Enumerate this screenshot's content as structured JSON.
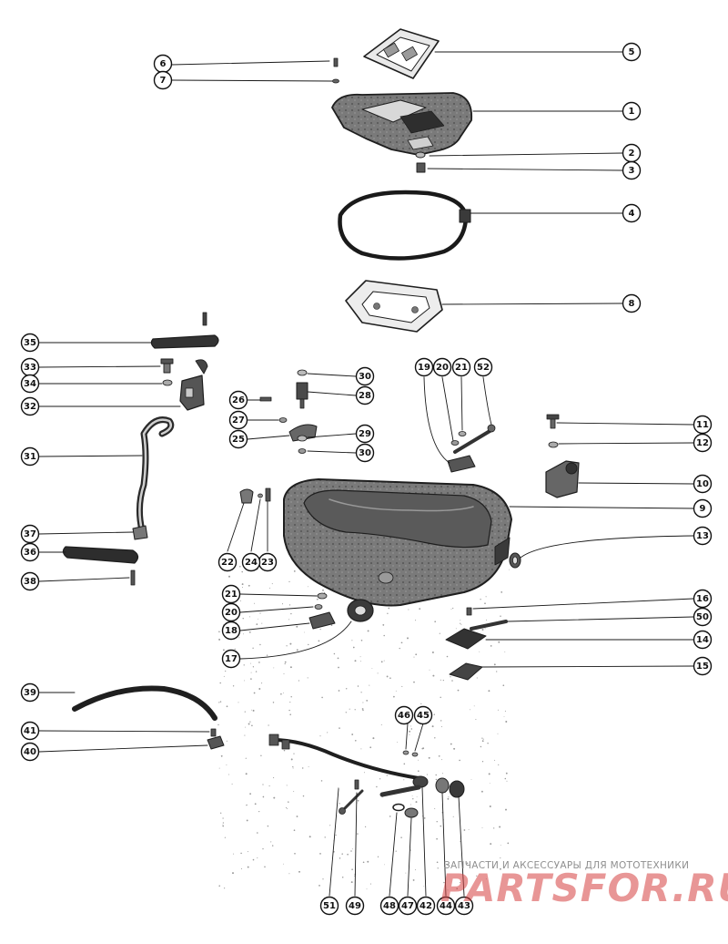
{
  "diagram": {
    "callouts": [
      {
        "id": "1",
        "label": "1"
      },
      {
        "id": "2",
        "label": "2"
      },
      {
        "id": "3",
        "label": "3"
      },
      {
        "id": "4",
        "label": "4"
      },
      {
        "id": "5",
        "label": "5"
      },
      {
        "id": "6",
        "label": "6"
      },
      {
        "id": "7",
        "label": "7"
      },
      {
        "id": "8",
        "label": "8"
      },
      {
        "id": "9",
        "label": "9"
      },
      {
        "id": "10",
        "label": "10"
      },
      {
        "id": "11",
        "label": "11"
      },
      {
        "id": "12",
        "label": "12"
      },
      {
        "id": "13",
        "label": "13"
      },
      {
        "id": "14",
        "label": "14"
      },
      {
        "id": "15",
        "label": "15"
      },
      {
        "id": "16",
        "label": "16"
      },
      {
        "id": "17",
        "label": "17"
      },
      {
        "id": "18",
        "label": "18"
      },
      {
        "id": "19",
        "label": "19"
      },
      {
        "id": "20a",
        "label": "20"
      },
      {
        "id": "20b",
        "label": "20"
      },
      {
        "id": "21a",
        "label": "21"
      },
      {
        "id": "21b",
        "label": "21"
      },
      {
        "id": "22",
        "label": "22"
      },
      {
        "id": "23",
        "label": "23"
      },
      {
        "id": "24",
        "label": "24"
      },
      {
        "id": "25",
        "label": "25"
      },
      {
        "id": "26",
        "label": "26"
      },
      {
        "id": "27",
        "label": "27"
      },
      {
        "id": "28",
        "label": "28"
      },
      {
        "id": "29",
        "label": "29"
      },
      {
        "id": "30a",
        "label": "30"
      },
      {
        "id": "30b",
        "label": "30"
      },
      {
        "id": "31",
        "label": "31"
      },
      {
        "id": "32",
        "label": "32"
      },
      {
        "id": "33",
        "label": "33"
      },
      {
        "id": "34",
        "label": "34"
      },
      {
        "id": "35",
        "label": "35"
      },
      {
        "id": "36",
        "label": "36"
      },
      {
        "id": "37",
        "label": "37"
      },
      {
        "id": "38",
        "label": "38"
      },
      {
        "id": "39",
        "label": "39"
      },
      {
        "id": "40",
        "label": "40"
      },
      {
        "id": "41",
        "label": "41"
      },
      {
        "id": "42",
        "label": "42"
      },
      {
        "id": "43",
        "label": "43"
      },
      {
        "id": "44",
        "label": "44"
      },
      {
        "id": "45",
        "label": "45"
      },
      {
        "id": "46",
        "label": "46"
      },
      {
        "id": "47",
        "label": "47"
      },
      {
        "id": "48",
        "label": "48"
      },
      {
        "id": "49",
        "label": "49"
      },
      {
        "id": "50",
        "label": "50"
      },
      {
        "id": "51",
        "label": "51"
      },
      {
        "id": "52",
        "label": "52"
      }
    ]
  },
  "watermark": {
    "tagline": "ЗАПЧАСТИ И АКСЕССУАРЫ ДЛЯ МОТОТЕХНИКИ",
    "logo_text": "PARTSFOR.RU"
  },
  "colors": {
    "ink": "#111111",
    "part_dark": "#3a3a3a",
    "part_mid": "#6e6e6e",
    "part_light": "#b5b5b5",
    "watermark_red": "#d64040",
    "watermark_grey": "#8f8f8f"
  }
}
